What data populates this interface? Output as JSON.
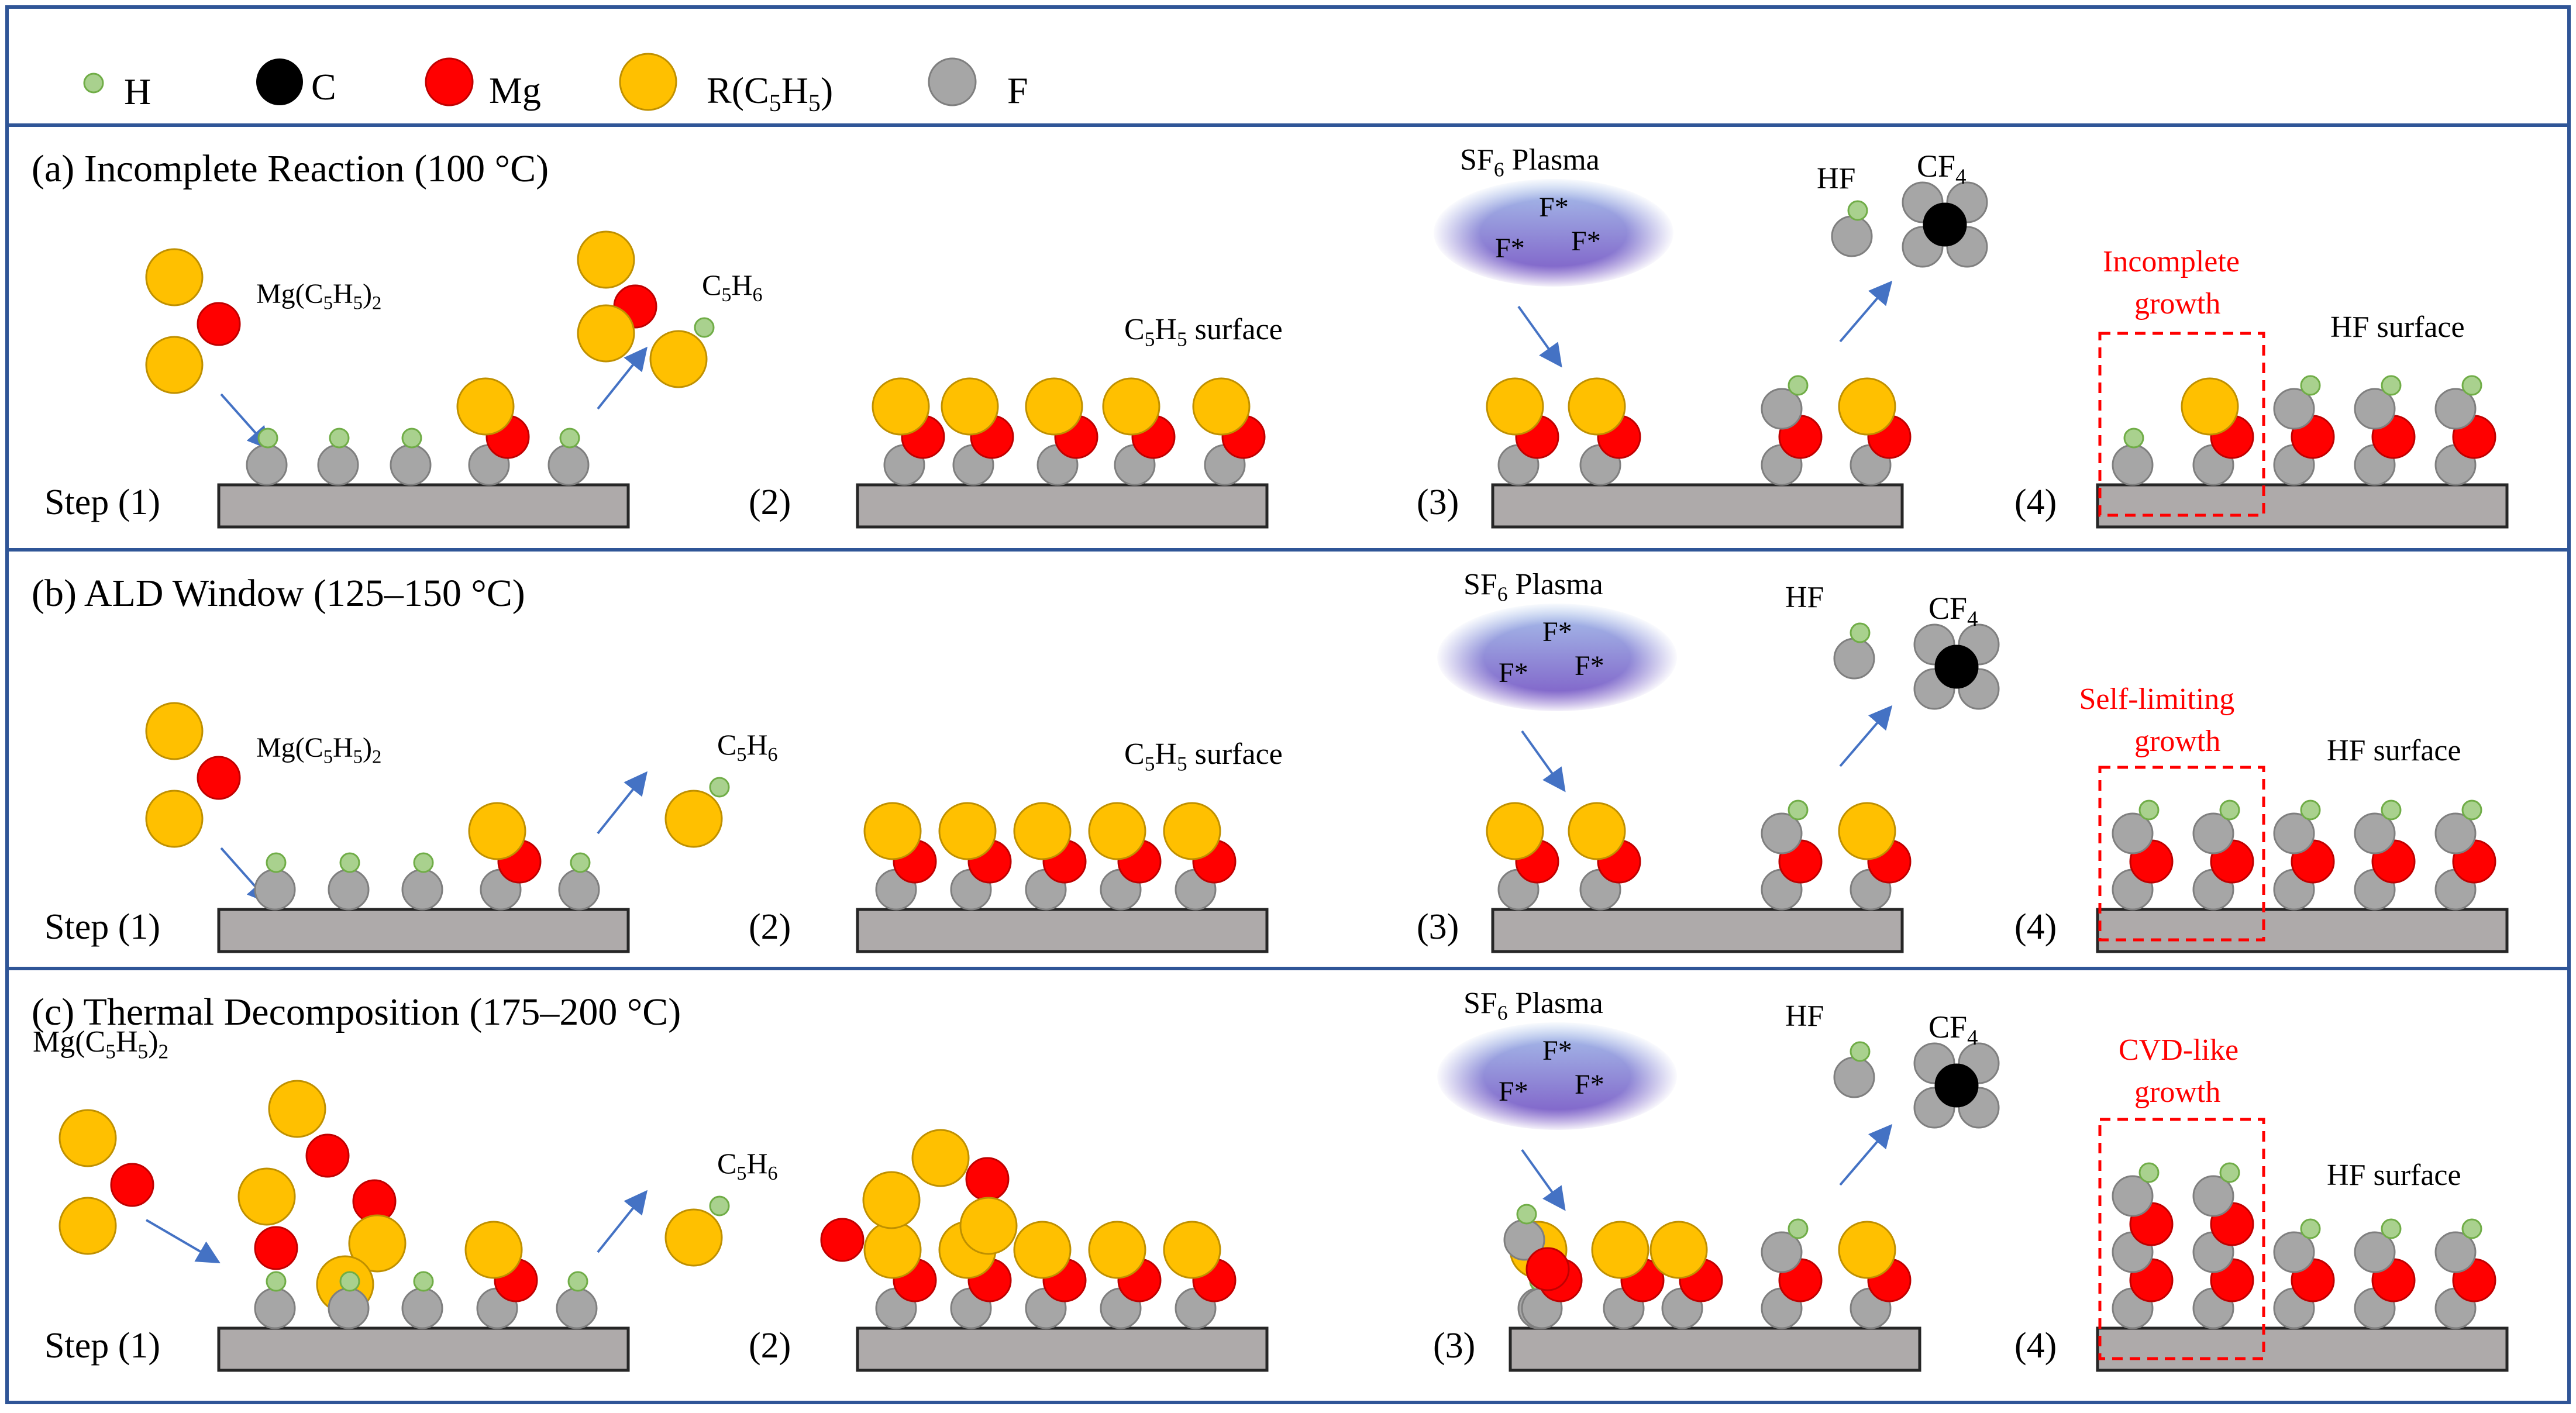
{
  "colors": {
    "frame": "#2f5597",
    "H": "#a9d18e",
    "C": "#000000",
    "Mg": "#ff0000",
    "R": "#ffc000",
    "F": "#a6a6a6",
    "substrate": "#aeaaaa",
    "arrow": "#4472c4",
    "growth_label": "#ff0000"
  },
  "legend": [
    {
      "symbol": "H",
      "label": "H"
    },
    {
      "symbol": "C",
      "label": "C"
    },
    {
      "symbol": "Mg",
      "label": "Mg"
    },
    {
      "symbol": "R",
      "label": "R(C",
      "sub": "5",
      "mid": "H",
      "sub2": "5",
      "tail": ")"
    },
    {
      "symbol": "F",
      "label": "F"
    }
  ],
  "panels": [
    {
      "title": "(a) Incomplete Reaction (100 °C)",
      "step1": "Step (1)",
      "step2": "(2)",
      "step3": "(3)",
      "step4": "(4)",
      "precursor": {
        "a": "Mg(C",
        "s1": "5",
        "b": "H",
        "s2": "5",
        "c": ")",
        "s3": "2"
      },
      "byproduct": {
        "a": "C",
        "s1": "5",
        "b": "H",
        "s2": "6"
      },
      "surface2": {
        "a": "C",
        "s1": "5",
        "b": "H",
        "s2": "5",
        "c": " surface"
      },
      "plasma": {
        "a": "SF",
        "s1": "6",
        "b": " Plasma",
        "f": "F*"
      },
      "hf": "HF",
      "cf4": {
        "a": "CF",
        "s1": "4"
      },
      "growth": [
        "Incomplete",
        "growth"
      ],
      "hf_surface": "HF surface"
    },
    {
      "title": "(b) ALD Window (125–150 °C)",
      "step1": "Step (1)",
      "step2": "(2)",
      "step3": "(3)",
      "step4": "(4)",
      "precursor": {
        "a": "Mg(C",
        "s1": "5",
        "b": "H",
        "s2": "5",
        "c": ")",
        "s3": "2"
      },
      "byproduct": {
        "a": "C",
        "s1": "5",
        "b": "H",
        "s2": "6"
      },
      "surface2": {
        "a": "C",
        "s1": "5",
        "b": "H",
        "s2": "5",
        "c": " surface"
      },
      "plasma": {
        "a": "SF",
        "s1": "6",
        "b": " Plasma",
        "f": "F*"
      },
      "hf": "HF",
      "cf4": {
        "a": "CF",
        "s1": "4"
      },
      "growth": [
        "Self-limiting",
        "growth"
      ],
      "hf_surface": "HF surface"
    },
    {
      "title": "(c) Thermal Decomposition (175–200 °C)",
      "step1": "Step (1)",
      "step2": "(2)",
      "step3": "(3)",
      "step4": "(4)",
      "precursor": {
        "a": "Mg(C",
        "s1": "5",
        "b": "H",
        "s2": "5",
        "c": ")",
        "s3": "2"
      },
      "byproduct": {
        "a": "C",
        "s1": "5",
        "b": "H",
        "s2": "6"
      },
      "surface2": null,
      "plasma": {
        "a": "SF",
        "s1": "6",
        "b": " Plasma",
        "f": "F*"
      },
      "hf": "HF",
      "cf4": {
        "a": "CF",
        "s1": "4"
      },
      "growth": [
        "CVD-like",
        "growth"
      ],
      "hf_surface": "HF surface"
    }
  ]
}
